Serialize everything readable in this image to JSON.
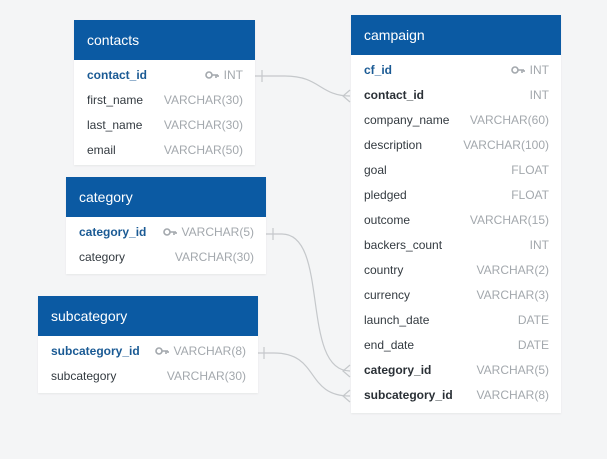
{
  "tables": {
    "contacts": {
      "title": "contacts",
      "rows": [
        {
          "name": "contact_id",
          "type": "INT"
        },
        {
          "name": "first_name",
          "type": "VARCHAR(30)"
        },
        {
          "name": "last_name",
          "type": "VARCHAR(30)"
        },
        {
          "name": "email",
          "type": "VARCHAR(50)"
        }
      ]
    },
    "category": {
      "title": "category",
      "rows": [
        {
          "name": "category_id",
          "type": "VARCHAR(5)"
        },
        {
          "name": "category",
          "type": "VARCHAR(30)"
        }
      ]
    },
    "subcategory": {
      "title": "subcategory",
      "rows": [
        {
          "name": "subcategory_id",
          "type": "VARCHAR(8)"
        },
        {
          "name": "subcategory",
          "type": "VARCHAR(30)"
        }
      ]
    },
    "campaign": {
      "title": "campaign",
      "rows": [
        {
          "name": "cf_id",
          "type": "INT"
        },
        {
          "name": "contact_id",
          "type": "INT"
        },
        {
          "name": "company_name",
          "type": "VARCHAR(60)"
        },
        {
          "name": "description",
          "type": "VARCHAR(100)"
        },
        {
          "name": "goal",
          "type": "FLOAT"
        },
        {
          "name": "pledged",
          "type": "FLOAT"
        },
        {
          "name": "outcome",
          "type": "VARCHAR(15)"
        },
        {
          "name": "backers_count",
          "type": "INT"
        },
        {
          "name": "country",
          "type": "VARCHAR(2)"
        },
        {
          "name": "currency",
          "type": "VARCHAR(3)"
        },
        {
          "name": "launch_date",
          "type": "DATE"
        },
        {
          "name": "end_date",
          "type": "DATE"
        },
        {
          "name": "category_id",
          "type": "VARCHAR(5)"
        },
        {
          "name": "subcategory_id",
          "type": "VARCHAR(8)"
        }
      ]
    }
  },
  "colors": {
    "header": "#0b5aa3",
    "primary_key_text": "#1a5a94",
    "type_text": "#a3a8ad",
    "connector": "#c5c8cb"
  },
  "icons": {
    "primary_key": "key-icon"
  }
}
